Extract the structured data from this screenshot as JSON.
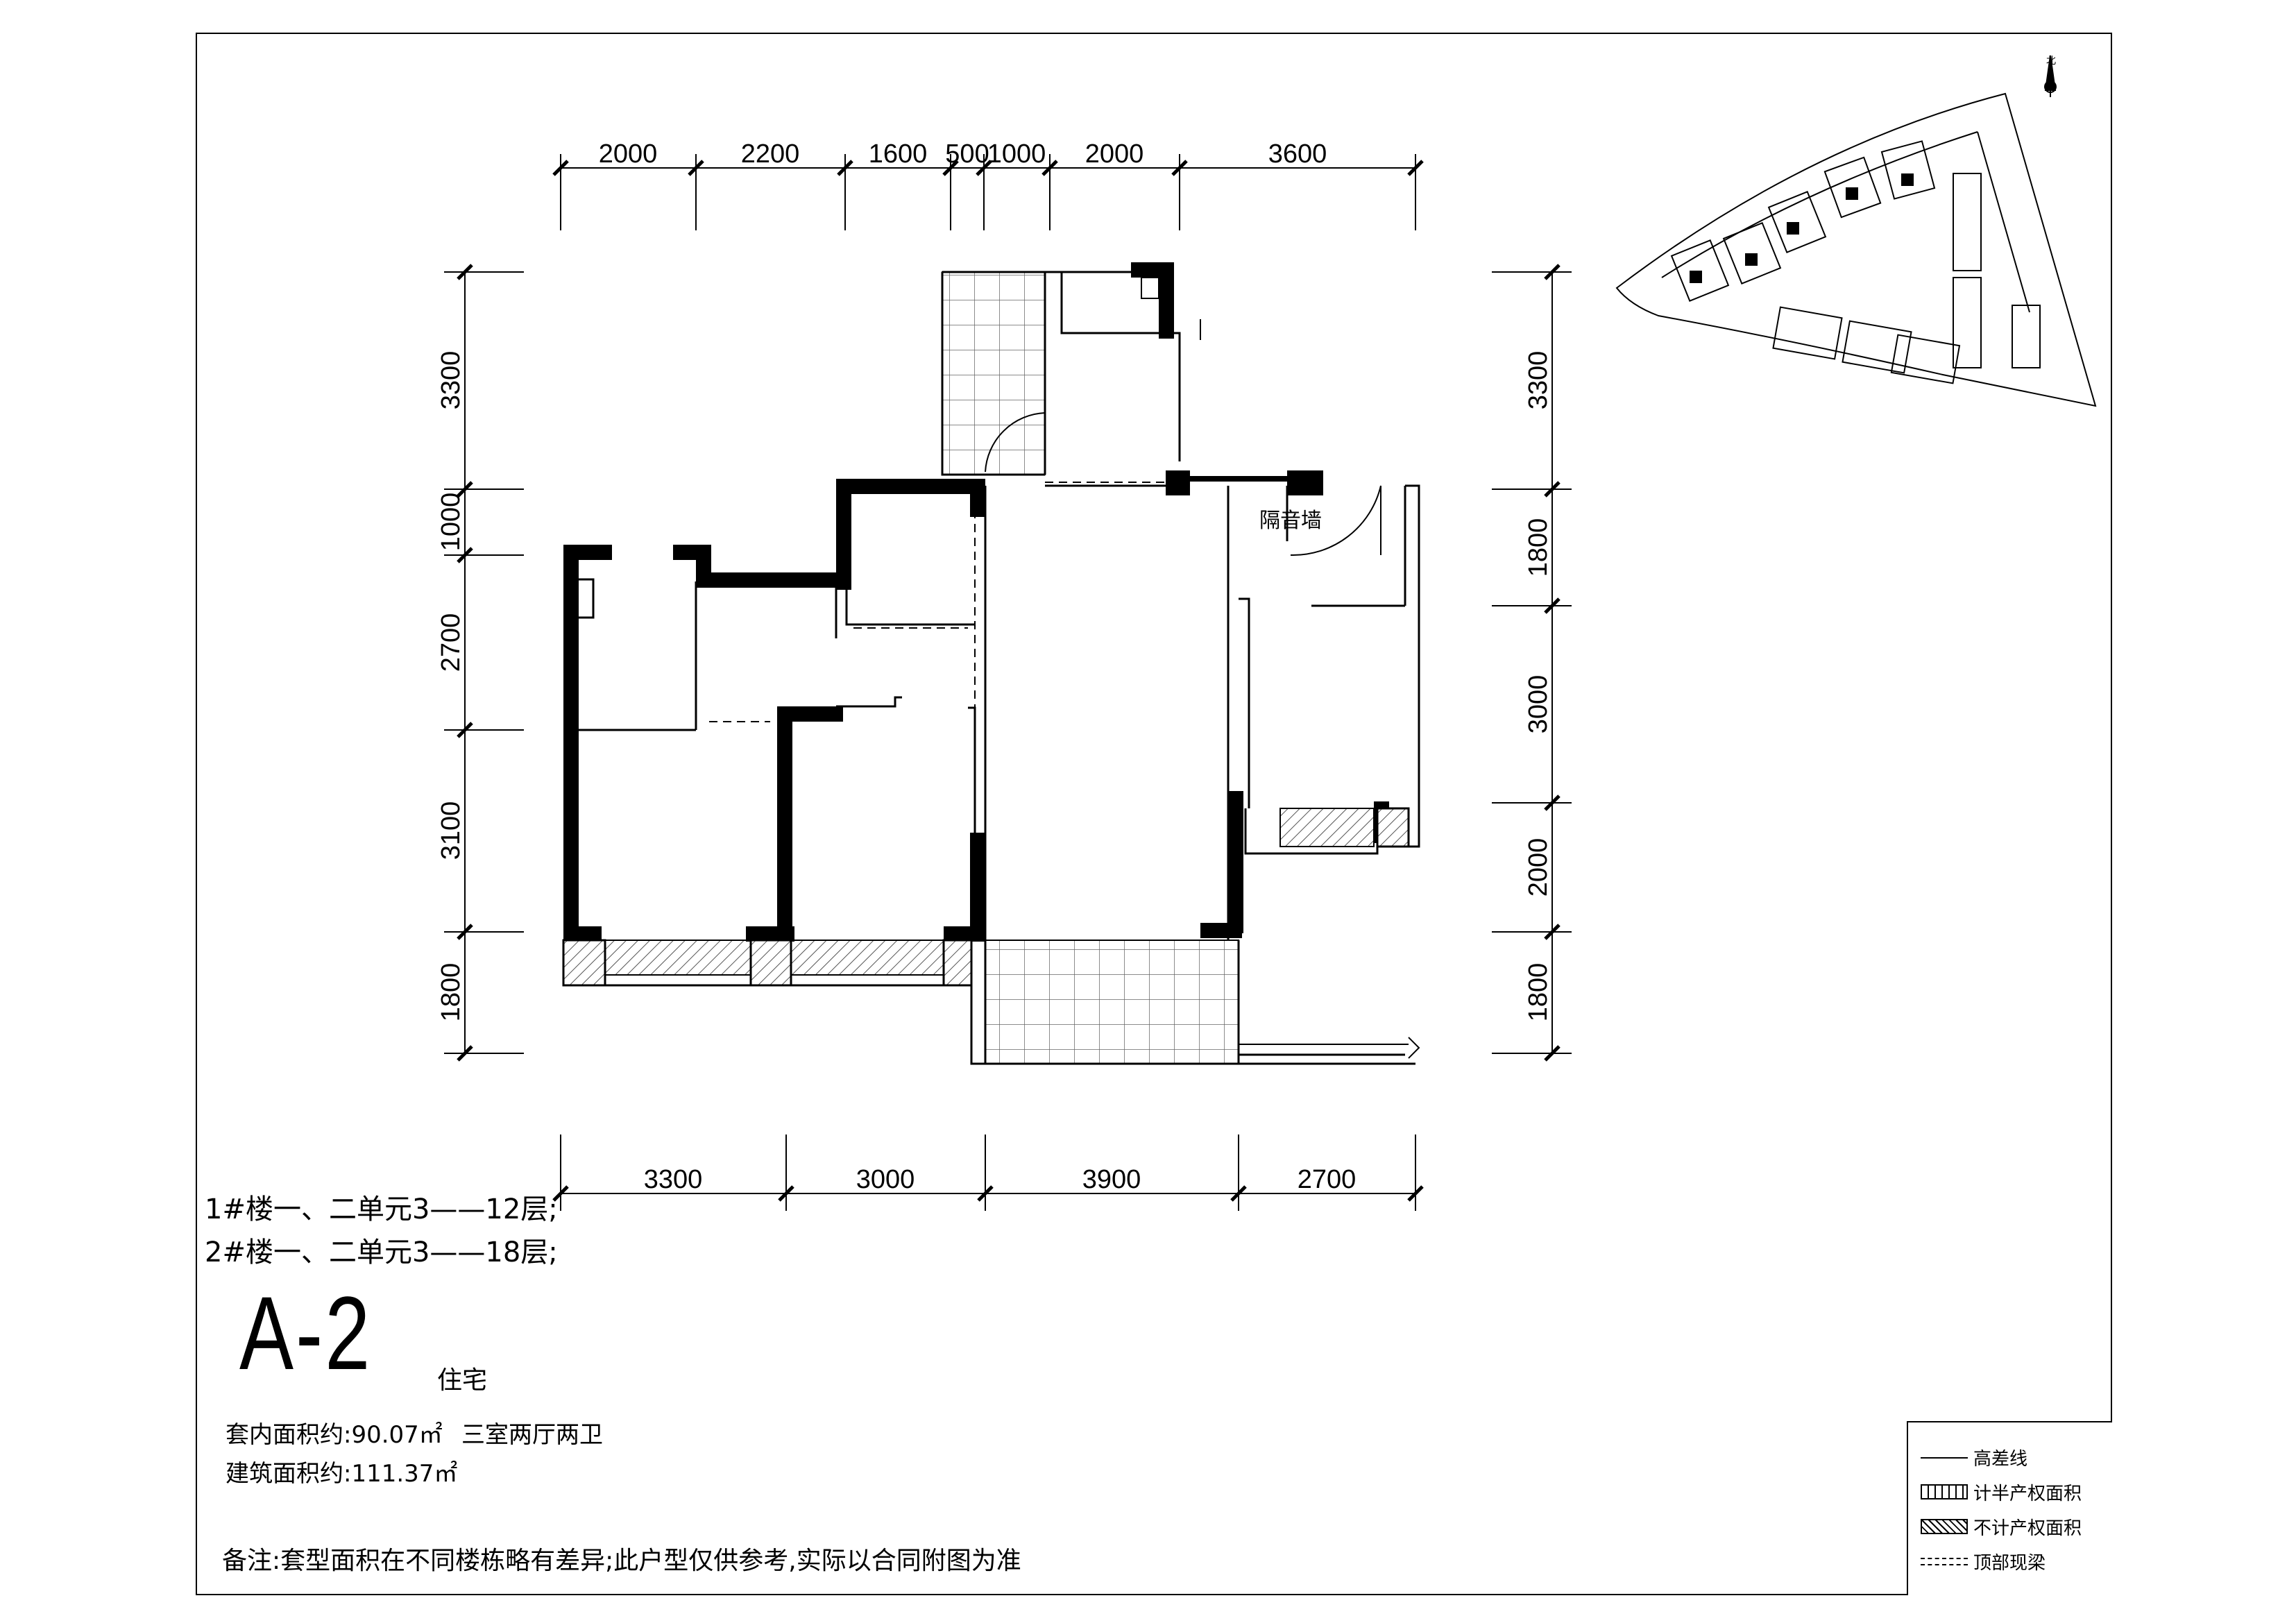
{
  "dimensions": {
    "top": [
      "2000",
      "2200",
      "1600",
      "500",
      "1000",
      "2000",
      "3600"
    ],
    "bottom": [
      "3300",
      "3000",
      "3900",
      "2700"
    ],
    "left": [
      "3300",
      "1000",
      "2700",
      "3100",
      "1800"
    ],
    "right": [
      "3300",
      "1800",
      "3000",
      "2000",
      "1800"
    ]
  },
  "room_label": "隔音墙",
  "floors": [
    "1#楼一、二单元3——12层;",
    "2#楼一、二单元3——18层;"
  ],
  "unit_type": {
    "code": "A-2",
    "kind": "住宅"
  },
  "area": {
    "inner": "套内面积约:90.07㎡",
    "layout": "三室两厅两卫",
    "building": "建筑面积约:111.37㎡"
  },
  "note": "备注:套型面积在不同楼栋略有差异;此户型仅供参考,实际以合同附图为准",
  "north_label": "北",
  "legend": [
    {
      "icon": "height-diff-line-icon",
      "label": "高差线"
    },
    {
      "icon": "half-area-hatch-icon",
      "label": "计半产权面积"
    },
    {
      "icon": "no-area-hatch-icon",
      "label": "不计产权面积"
    },
    {
      "icon": "top-beam-dash-icon",
      "label": "顶部现梁"
    }
  ]
}
